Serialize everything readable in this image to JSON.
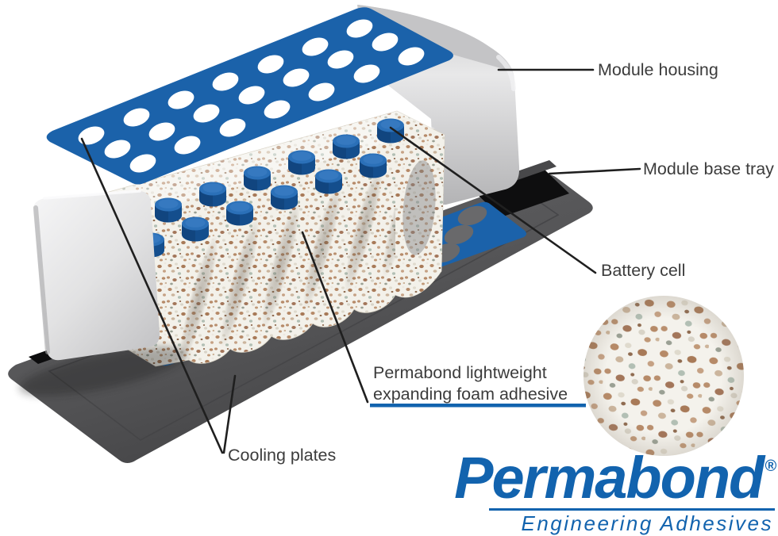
{
  "diagram": {
    "labels": {
      "module_housing": "Module housing",
      "module_base_tray": "Module base tray",
      "battery_cell": "Battery cell",
      "foam_line1": "Permabond lightweight",
      "foam_line2": "expanding foam adhesive",
      "cooling_plates": "Cooling plates"
    },
    "colors": {
      "plate_blue": "#1b62aa",
      "underline_blue": "#1263ae",
      "tray_gray": "#58585a",
      "housing_gray": "#d6d6d7",
      "foam_base": "#f3f1ea",
      "label_text": "#3c3c3c",
      "leader_line": "#1f1f1f"
    }
  },
  "logo": {
    "brand": "Permabond",
    "registered_mark": "®",
    "tagline": "Engineering Adhesives",
    "color": "#1263ae"
  }
}
